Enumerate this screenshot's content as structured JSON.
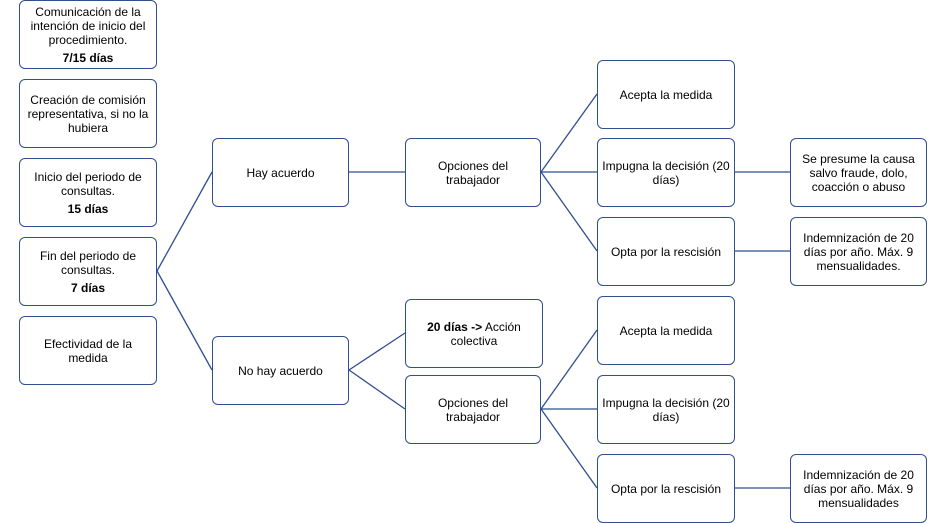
{
  "colors": {
    "border": "#2f4f8f",
    "line": "#2f4f8f",
    "background": "#ffffff"
  },
  "steps": [
    {
      "text": "Comunicación de la intención de inicio del procedimiento.",
      "bold": "7/15 días"
    },
    {
      "text": "Creación de comisión representativa, si no  la hubiera",
      "bold": ""
    },
    {
      "text": "Inicio del periodo de consultas.",
      "bold": "15 días"
    },
    {
      "text": "Fin del periodo de consultas.",
      "bold": "7 días"
    },
    {
      "text": "Efectividad de la medida",
      "bold": ""
    }
  ],
  "branches": {
    "agreement": "Hay acuerdo",
    "no_agreement": "No hay acuerdo"
  },
  "agreement_options": {
    "title": "Opciones del trabajador",
    "accept": "Acepta la medida",
    "challenge": "Impugna la decisión (20 días)",
    "challenge_result": "Se presume la causa salvo fraude, dolo, coacción o abuso",
    "rescind": "Opta por la rescisión",
    "rescind_result": "Indemnización de 20 días por año. Máx. 9 mensualidades."
  },
  "no_agreement_options": {
    "collective_bold": "20 días ->",
    "collective_text": " Acción colectiva",
    "title": "Opciones del trabajador",
    "accept": "Acepta la medida",
    "challenge": "Impugna la decisión (20 días)",
    "rescind": "Opta por la rescisión",
    "rescind_result": "Indemnización de 20 días por año. Máx. 9 mensualidades"
  }
}
